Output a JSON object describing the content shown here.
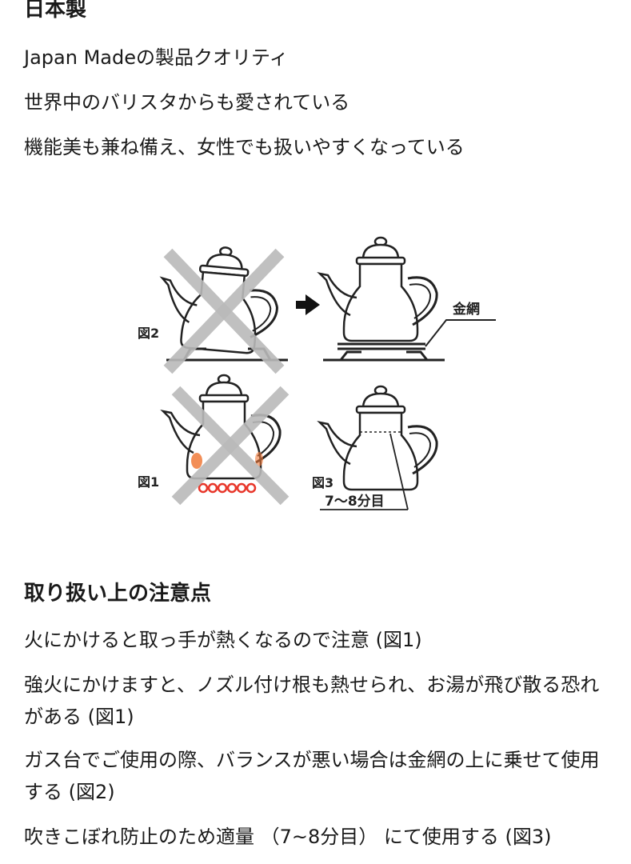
{
  "header": {
    "title": "日本製"
  },
  "features": [
    "Japan Madeの製品クオリティ",
    "世界中のバリスタからも愛されている",
    "機能美も兼ね備え、女性でも扱いやすくなっている"
  ],
  "figure": {
    "label_fig2": "図2",
    "label_fig1": "図1",
    "label_fig3": "図3",
    "label_wire_mesh": "金網",
    "label_fill_level": "7〜8分目",
    "colors": {
      "line": "#222222",
      "cross": "#b9b9b9",
      "water": "#5ec8ec",
      "flame": "#e8362a",
      "heat": "#f07a3a"
    }
  },
  "cautions": {
    "title": "取り扱い上の注意点",
    "items": [
      "火にかけると取っ手が熱くなるので注意 (図1)",
      "強火にかけますと、ノズル付け根も熱せられ、お湯が飛び散る恐れがある (図1)",
      "ガス台でご使用の際、バランスが悪い場合は金網の上に乗せて使用する (図2)",
      "吹きこぼれ防止のため適量 （7~8分目） にて使用する (図3)"
    ]
  }
}
